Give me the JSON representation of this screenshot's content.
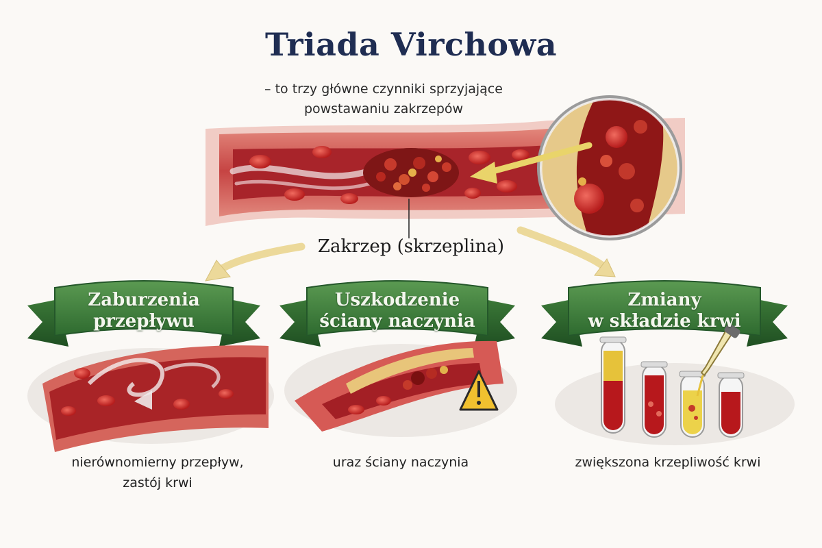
{
  "title": "Triada Virchowa",
  "subtitle_line1": "– to trzy główne czynniki sprzyjające",
  "subtitle_line2": "powstawaniu zakrzepów",
  "clot_label": "Zakrzep (skrzeplina)",
  "factors": [
    {
      "title_line1": "Zaburzenia",
      "title_line2": "przepływu",
      "caption_line1": "nierównomierny przepływ,",
      "caption_line2": "zastój krwi"
    },
    {
      "title_line1": "Uszkodzenie",
      "title_line2": "ściany naczynia",
      "caption_line1": "uraz ściany naczynia",
      "caption_line2": ""
    },
    {
      "title_line1": "Zmiany",
      "title_line2": "w składzie krwi",
      "caption_line1": "zwiększona krzepliwość krwi",
      "caption_line2": ""
    }
  ],
  "colors": {
    "title": "#1f2d52",
    "banner_green": "#3f7a3c",
    "vessel_red": "#c83a3a",
    "blood_dark": "#8c1414",
    "arrow_yellow": "#ecd987",
    "plasma_yellow": "#e8c73a"
  },
  "icons": [
    "warning-icon",
    "magnifier-lens",
    "pipette-icon",
    "test-tube-icon"
  ]
}
